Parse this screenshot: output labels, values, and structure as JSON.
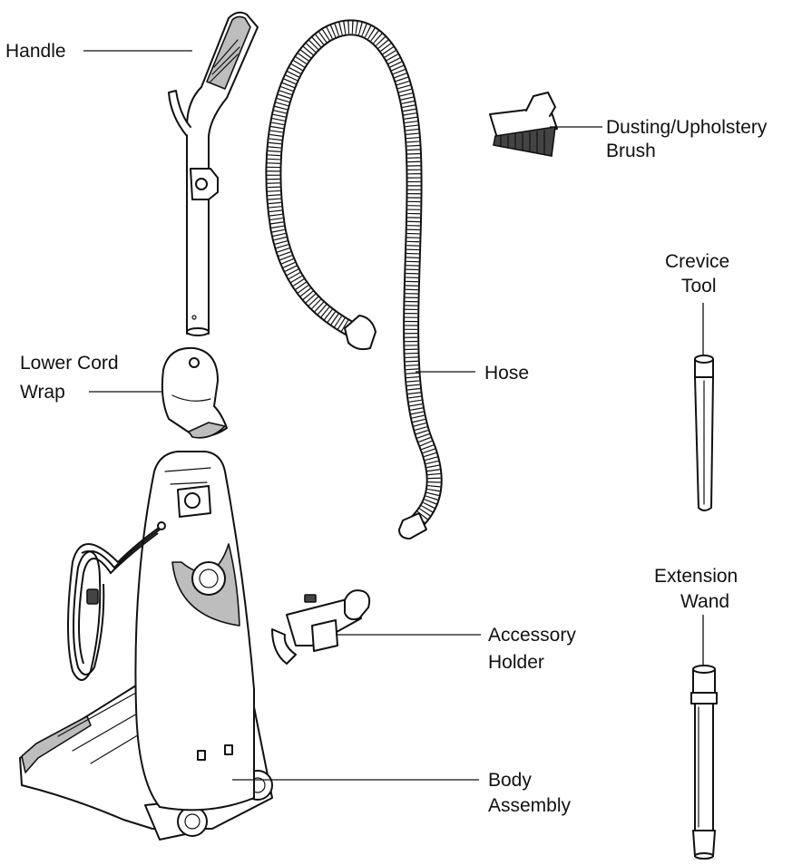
{
  "parts": {
    "handle": {
      "label": "Handle"
    },
    "hose": {
      "label": "Hose"
    },
    "brush": {
      "line1": "Dusting/Upholstery",
      "line2": "Brush"
    },
    "crevice": {
      "line1": "Crevice",
      "line2": "Tool"
    },
    "cord_wrap": {
      "line1": "Lower Cord",
      "line2": "Wrap"
    },
    "accessory_holder": {
      "line1": "Accessory",
      "line2": "Holder"
    },
    "extension_wand": {
      "line1": "Extension",
      "line2": "Wand"
    },
    "body": {
      "line1": "Body",
      "line2": "Assembly"
    }
  }
}
